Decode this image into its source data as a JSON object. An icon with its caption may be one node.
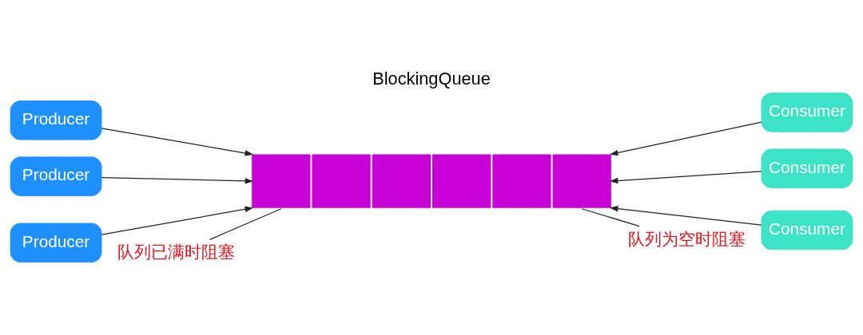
{
  "diagram": {
    "title": "BlockingQueue",
    "nodes": [
      {
        "text": [
          "Producer"
        ]
      },
      {
        "text": [
          "Producer"
        ]
      },
      {
        "text": [
          "Producer"
        ]
      },
      {
        "text": [],
        "shape": "bar"
      },
      {
        "text": [
          "Consumer"
        ]
      },
      {
        "text": [
          "Consumer"
        ]
      },
      {
        "text": [
          "Consumer"
        ]
      },
      {
        "text": [
          "队列已满时阻塞"
        ]
      },
      {
        "text": [
          "队列为空时阻塞"
        ]
      }
    ],
    "edges": [
      {
        "from": 0,
        "to": 3,
        "arrow": "to"
      },
      {
        "from": 1,
        "to": 3,
        "arrow": "to"
      },
      {
        "from": 2,
        "to": 3,
        "arrow": "to"
      },
      {
        "from": 4,
        "to": 3,
        "arrow": "to"
      },
      {
        "from": 5,
        "to": 3,
        "arrow": "to"
      },
      {
        "from": 6,
        "to": 3,
        "arrow": "to"
      },
      {
        "from": 7,
        "to": 3,
        "arrow": "none"
      },
      {
        "from": 8,
        "to": 3,
        "arrow": "none"
      }
    ]
  }
}
